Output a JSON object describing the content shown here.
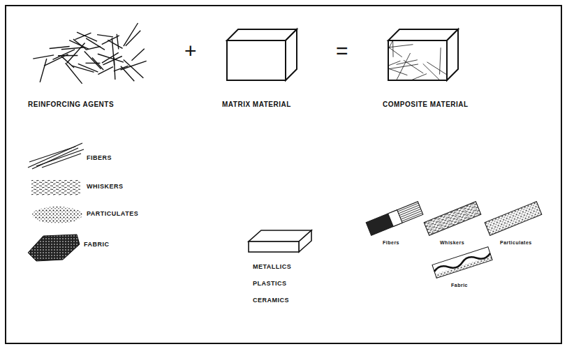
{
  "diagram": {
    "labels": [
      "REINFORCING AGENTS",
      "+",
      "MATRIX MATERIAL",
      "=",
      "COMPOSITE MATERIAL",
      "FIBERS",
      "WHISKERS",
      "PARTICULATES",
      "FABRIC",
      "METALLICS",
      "PLASTICS",
      "CERAMICS",
      "Fibers",
      "Whiskers",
      "Particulates",
      "Fabric"
    ]
  }
}
